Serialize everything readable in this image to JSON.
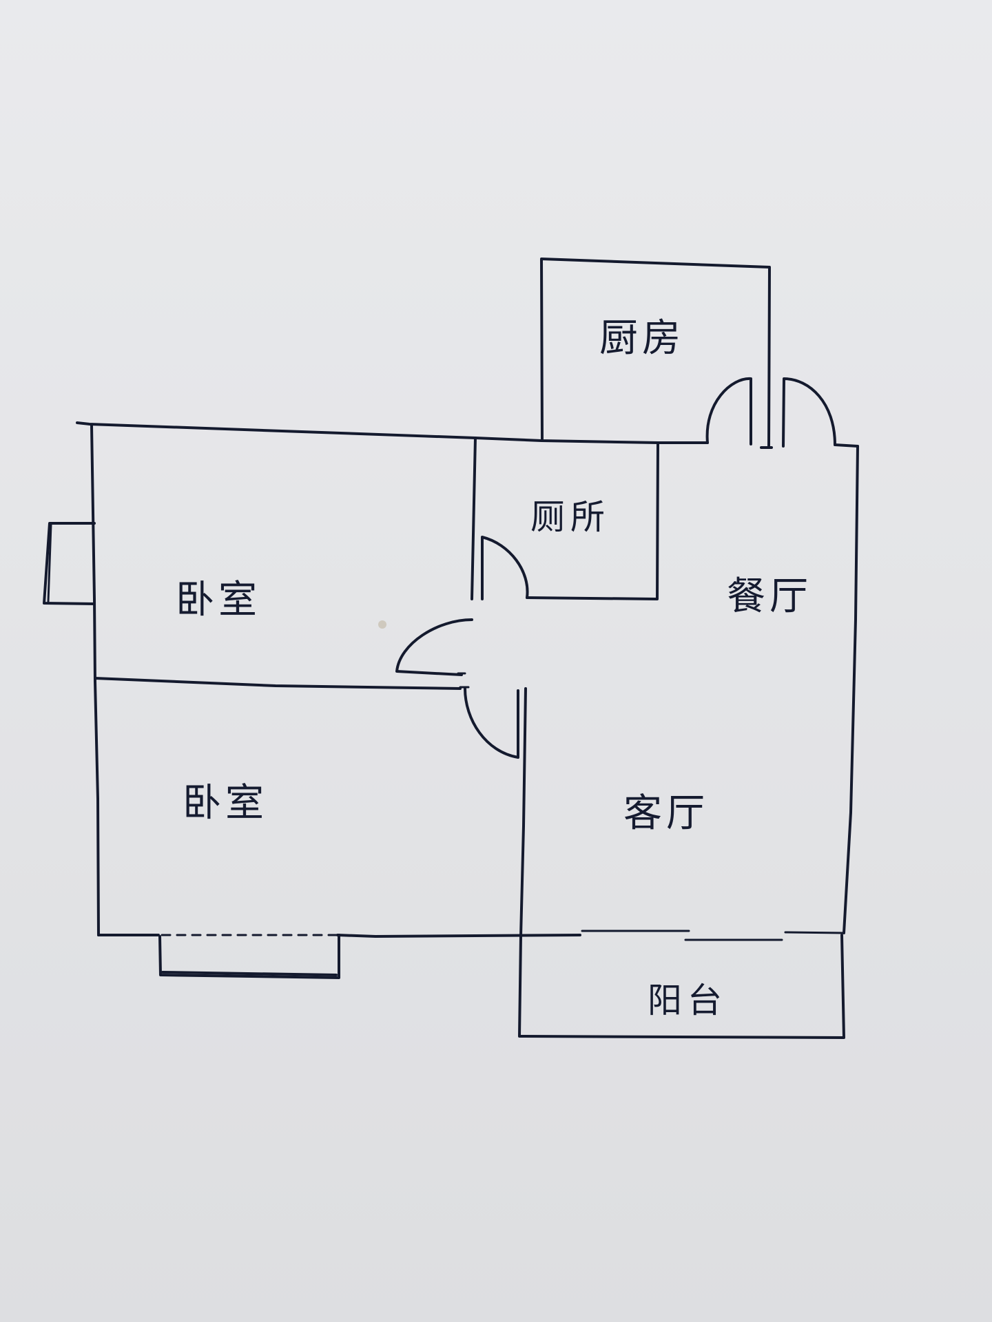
{
  "rooms": {
    "kitchen": "厨房",
    "toilet": "厕所",
    "dining": "餐厅",
    "bedroom_top": "卧室",
    "bedroom_bottom": "卧室",
    "living": "客厅",
    "balcony": "阳台"
  }
}
